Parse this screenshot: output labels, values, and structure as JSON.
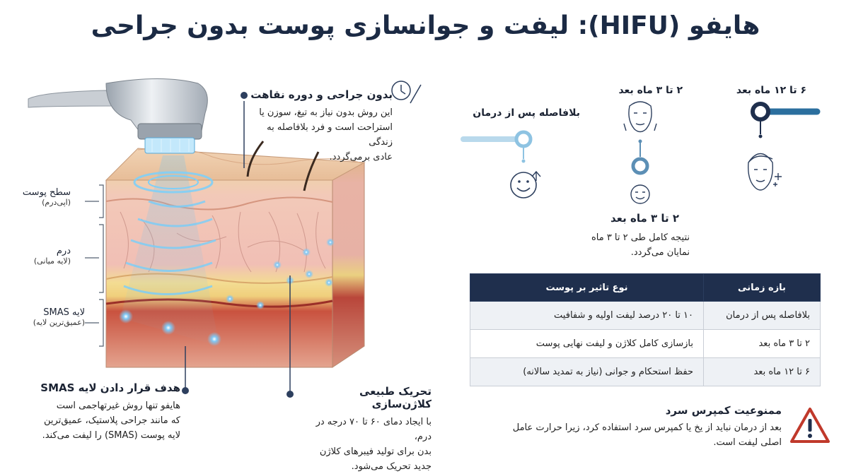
{
  "title": "هایفو (HIFU): لیفت و جوانسازی پوست بدون جراحی",
  "layers": {
    "skin_surface": {
      "label": "سطح پوست",
      "sub": "(اپی‌درم)"
    },
    "dermis": {
      "label": "درم",
      "sub": "(لایه میانی)"
    },
    "smas": {
      "label": "لایه SMAS",
      "sub": "(عمیق‌ترین لایه)"
    }
  },
  "callouts": {
    "no_surgery": {
      "title": "بدون جراحی و دوره نقاهت",
      "lines": [
        "این روش بدون نیاز به تیغ، سوزن یا",
        "استراحت است و فرد بلافاصله به زندگی",
        "عادی برمی‌گردد."
      ]
    },
    "smas_target": {
      "title": "هدف قرار دادن لایه SMAS",
      "lines": [
        "هایفو تنها روش غیرتهاجمی است",
        "که مانند جراحی پلاستیک، عمیق‌ترین",
        "لایه پوست (SMAS) را لیفت می‌کند."
      ]
    },
    "collagen": {
      "title": "تحریک طبیعی کلاژن‌سازی",
      "lines": [
        "با ایجاد دمای ۶۰ تا ۷۰ درجه در درم،",
        "بدن برای تولید فیبرهای کلاژن",
        "جدید تحریک می‌شود."
      ]
    }
  },
  "timeline": {
    "immediate": "بلافاصله پس از درمان",
    "two_three_top": "۲ تا ۳ ماه بعد",
    "six_twelve": "۶ تا ۱۲ ماه بعد",
    "two_three_bottom": "۲ تا ۳ ماه بعد",
    "note_lines": [
      "نتیجه کامل طی ۲ تا ۳ ماه",
      "نمایان می‌گردد."
    ]
  },
  "table": {
    "headers": [
      "بازه زمانی",
      "نوع تاثیر بر پوست"
    ],
    "rows": [
      [
        "بلافاصله پس از درمان",
        "۱۰ تا ۲۰ درصد لیفت اولیه و شفافیت"
      ],
      [
        "۲ تا ۳ ماه بعد",
        "بازسازی کامل کلاژن و لیفت نهایی پوست"
      ],
      [
        "۶ تا ۱۲ ماه بعد",
        "حفظ استحکام و جوانی (نیاز به تمدید سالانه)"
      ]
    ]
  },
  "warning": {
    "title": "ممنوعیت کمپرس سرد",
    "lines": [
      "بعد از درمان نباید از یخ یا کمپرس سرد استفاده کرد، زیرا حرارت عامل",
      "اصلی لیفت است."
    ]
  },
  "colors": {
    "navy": "#1f2f4d",
    "accent_blue": "#2b6f9e",
    "warning_red": "#c0392b"
  }
}
